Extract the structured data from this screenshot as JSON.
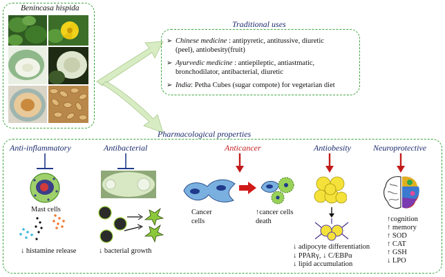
{
  "plant": {
    "name": "Benincasa hispida"
  },
  "traditional": {
    "title": "Traditional uses",
    "items": [
      {
        "lead": "Chinese medicine",
        "rest": " : antipyretic, antitussive, diuretic",
        "line2": "(peel), antiobesity(fruit)"
      },
      {
        "lead": "Ayurvedic medicine",
        "rest": " : antiepileptic, antiastmatic,",
        "line2": "bronchodilator, antibacterial, diuretic"
      },
      {
        "lead": "India",
        "rest": ": Petha Cubes (sugar compote) for vegetarian diet",
        "line2": ""
      }
    ]
  },
  "pharma": {
    "title": "Pharmacological properties",
    "anti_inflammatory": {
      "title": "Anti-inflammatory",
      "mast": "Mast cells",
      "result": "histamine release",
      "arrow": "↓"
    },
    "antibacterial": {
      "title": "Antibacterial",
      "result": "bacterial growth",
      "arrow": "↓"
    },
    "anticancer": {
      "title": "Anticancer",
      "cells_l1": "Cancer",
      "cells_l2": "cells",
      "death_l1": "↑cancer cells",
      "death_l2": "death"
    },
    "antiobesity": {
      "title": "Antiobesity",
      "r1": "↓ adipocyte differentiation",
      "r2": "↓ PPARγ, ↓ C/EBPα",
      "r3": "↓ lipid accumulation"
    },
    "neuroprotective": {
      "title": "Neuroprotective",
      "items": [
        "↑cognition",
        "↑ memory",
        "↑ SOD",
        "↑ CAT",
        "↑ GSH",
        "↓ LPO"
      ]
    }
  },
  "colors": {
    "dash_green": "#3aa33a",
    "arrow_green": "#d8ecc4",
    "title_blue": "#1a2a6e",
    "red": "#c21a1a"
  }
}
